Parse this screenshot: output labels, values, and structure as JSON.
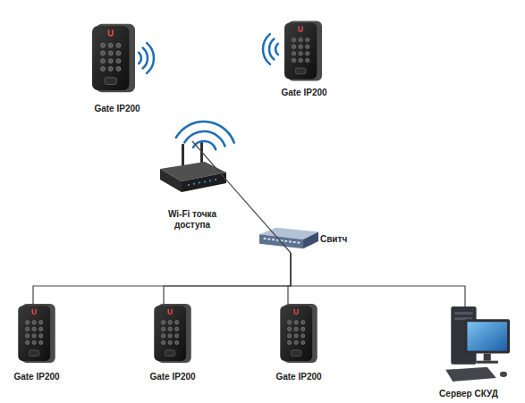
{
  "diagram": {
    "nodes": [
      {
        "text": [
          "Gate IP200"
        ]
      },
      {
        "text": [
          "Gate IP200"
        ]
      },
      {
        "text": [
          "Wi-Fi точка доступа"
        ]
      },
      {
        "text": [
          "Свитч"
        ]
      },
      {
        "text": [
          "Gate IP200"
        ]
      },
      {
        "text": [
          "Gate IP200"
        ]
      },
      {
        "text": [
          "Gate IP200"
        ]
      },
      {
        "text": [
          "Сервер СКУД"
        ]
      }
    ],
    "edges": [
      {
        "from": 2,
        "to": 3,
        "arrow": "none"
      },
      {
        "from": 3,
        "to": 4,
        "arrow": "none"
      },
      {
        "from": 3,
        "to": 5,
        "arrow": "none"
      },
      {
        "from": 3,
        "to": 6,
        "arrow": "none"
      },
      {
        "from": 3,
        "to": 7,
        "arrow": "none"
      }
    ]
  }
}
